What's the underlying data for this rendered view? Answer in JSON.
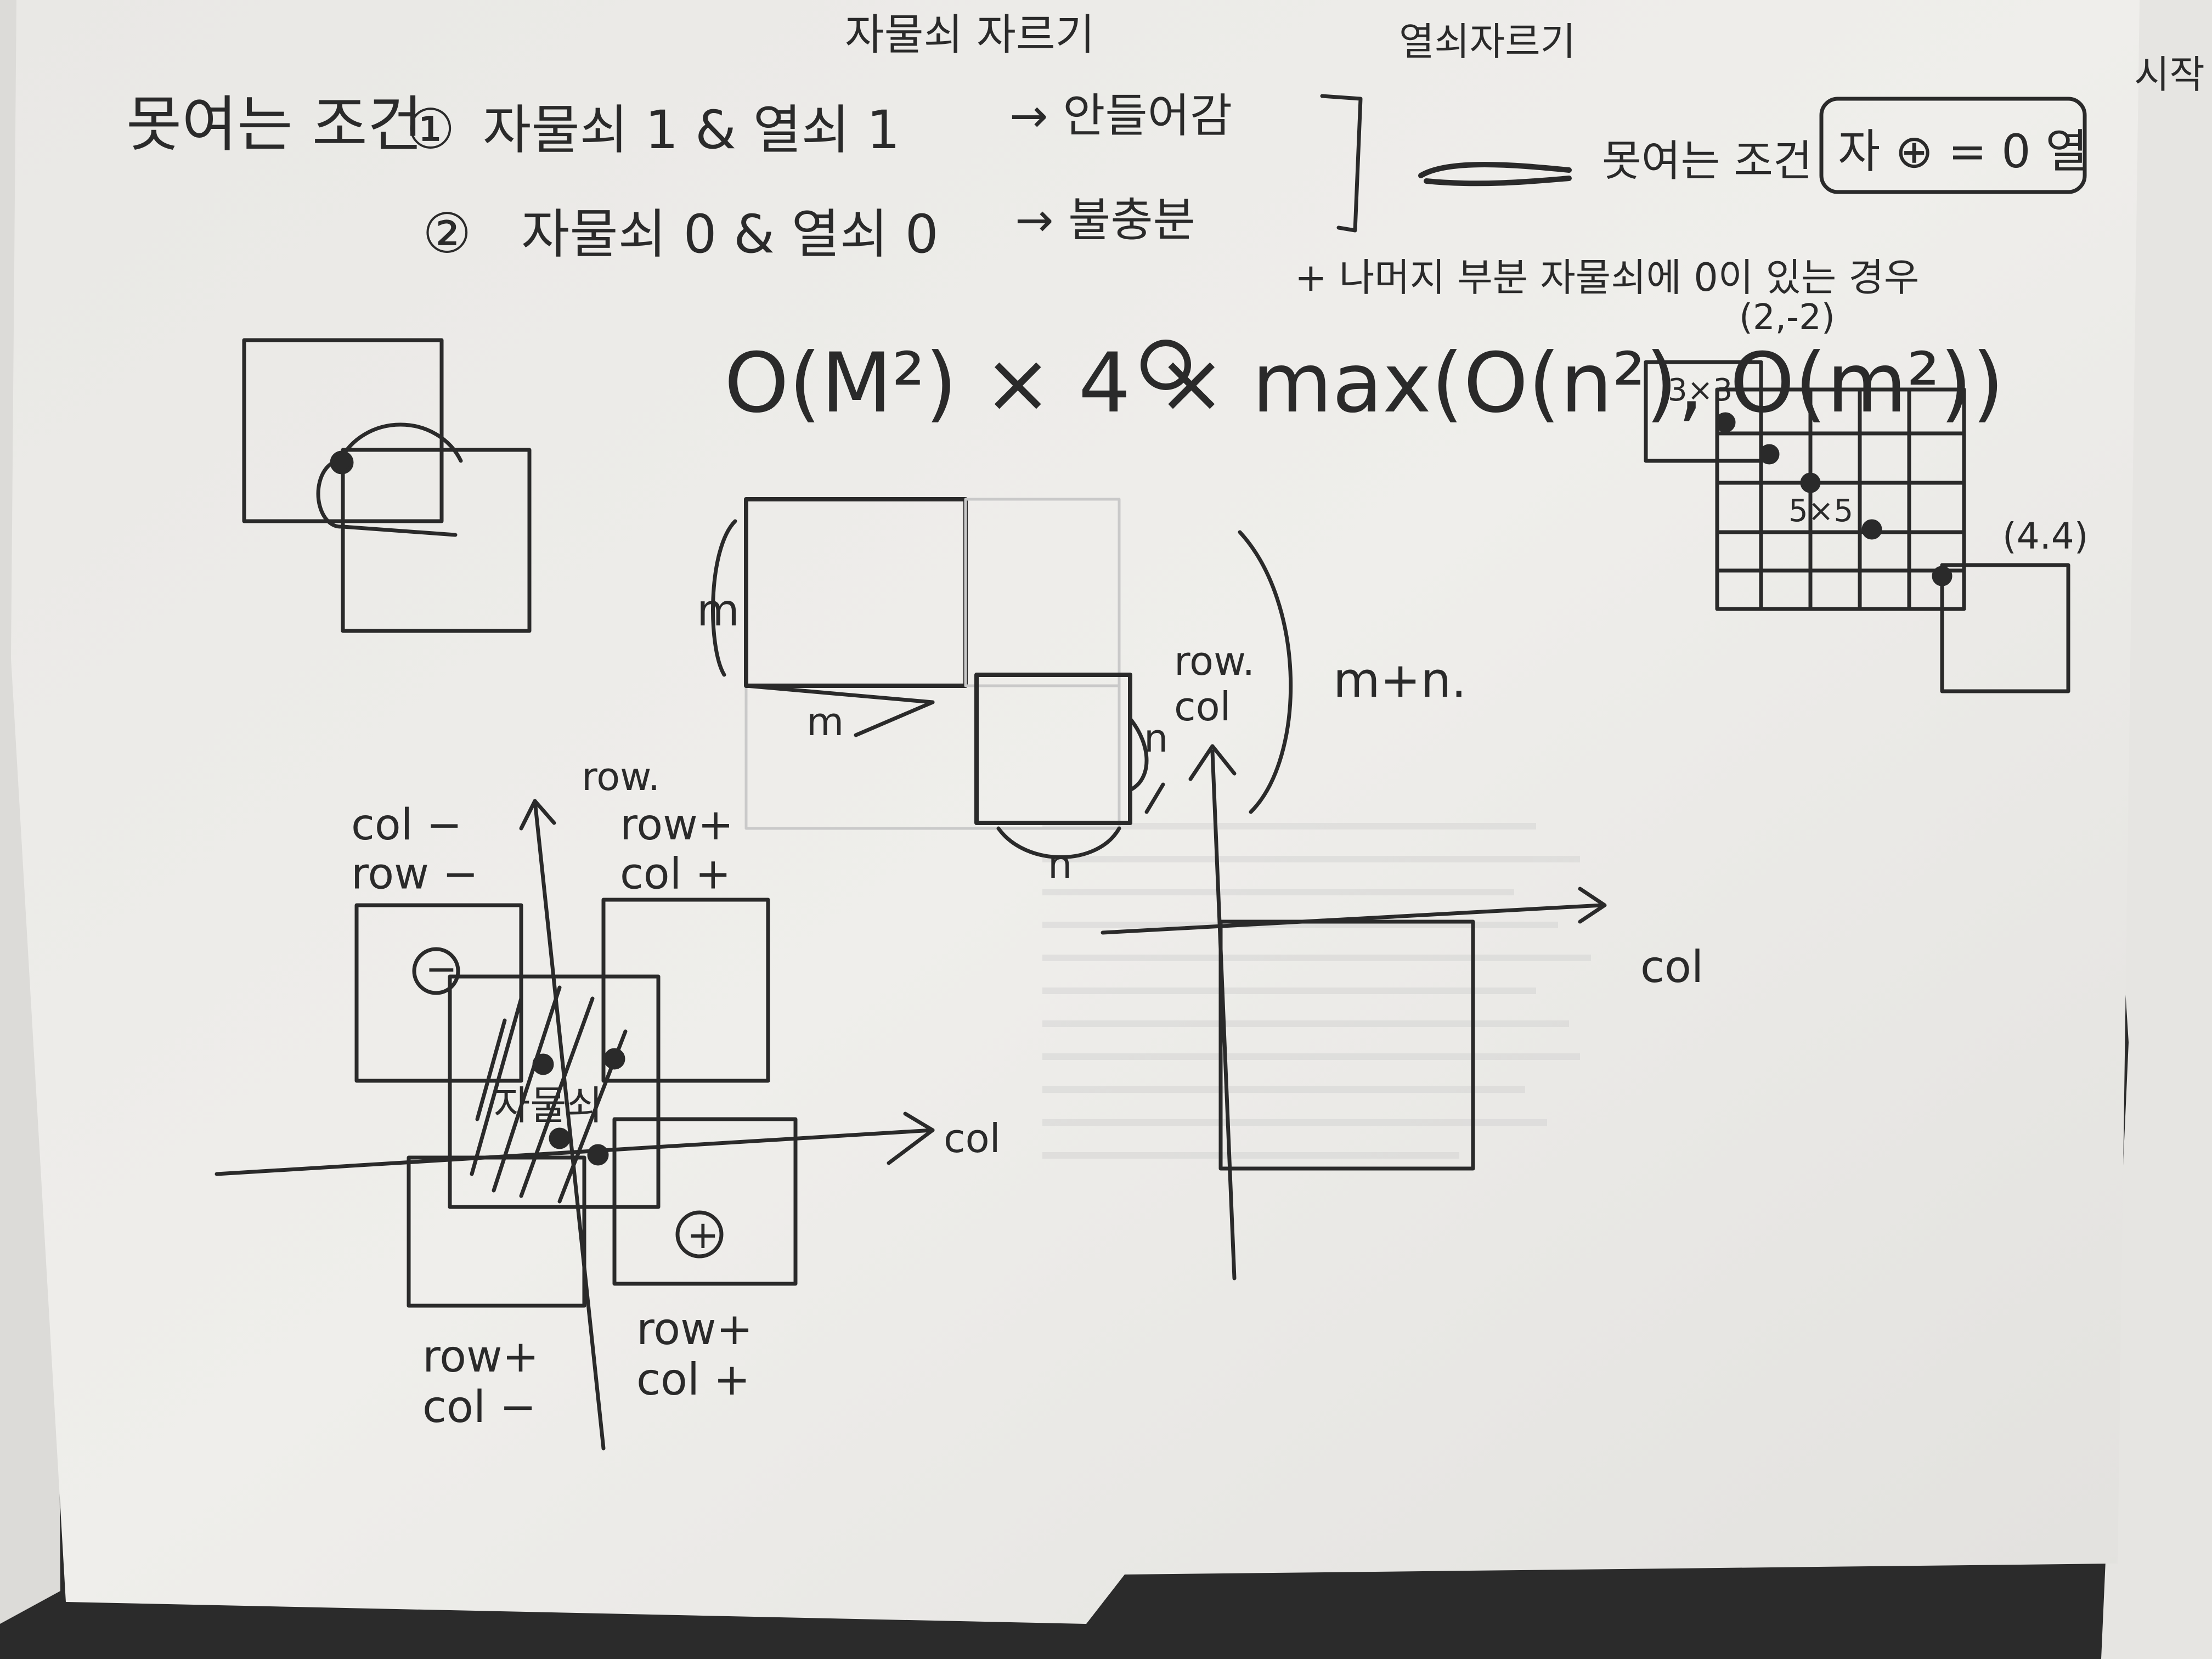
{
  "colors": {
    "paper": "#ecebe8",
    "paper_shadow": "#d8d7d3",
    "ink": "#2a2a2a",
    "background": "#2b2b2b"
  },
  "page_top": {
    "left_heading": "자물쇠 자르기",
    "right_heading": "열쇠자르기"
  },
  "conditions": {
    "title": "못여는 조건",
    "item1_num": "①",
    "item1_text": "자물쇠 1 & 열쇠 1",
    "item1_result": "→ 안들어감",
    "item2_num": "②",
    "item2_text": "자물쇠 0 & 열쇠 0",
    "item2_result": "→ 불충분"
  },
  "right_note": {
    "title": "못여는 조건",
    "boxed": "자 ⊕ = 0 열",
    "extra": "+ 나머지 부분 자물쇠에 0이 있는 경우"
  },
  "complexity": "O(M²) × 4 × max(O(n²), O(m²))",
  "labels": {
    "m_left": "m",
    "m_diag": "m",
    "n_side": "n",
    "n_bottom": "n",
    "row_col_axis": "row.\ncol",
    "m_plus_n": "m+n.",
    "col_axis_right": "col",
    "coord_top": "(2,-2)",
    "grid_box": "3×3",
    "grid_center": "5×5",
    "coord_bottom": "(4.4)",
    "quad_top_left": "col −\nrow −",
    "row_axis_left": "row.",
    "quad_top_right": "row+\ncol +",
    "minus_circle": "−",
    "plus_circle": "+",
    "lock_center": "자물쇠",
    "col_axis_left": "col",
    "quad_bottom_left": "row+\ncol −",
    "quad_bottom_right": "row+\ncol +"
  },
  "margin_right": "시작"
}
